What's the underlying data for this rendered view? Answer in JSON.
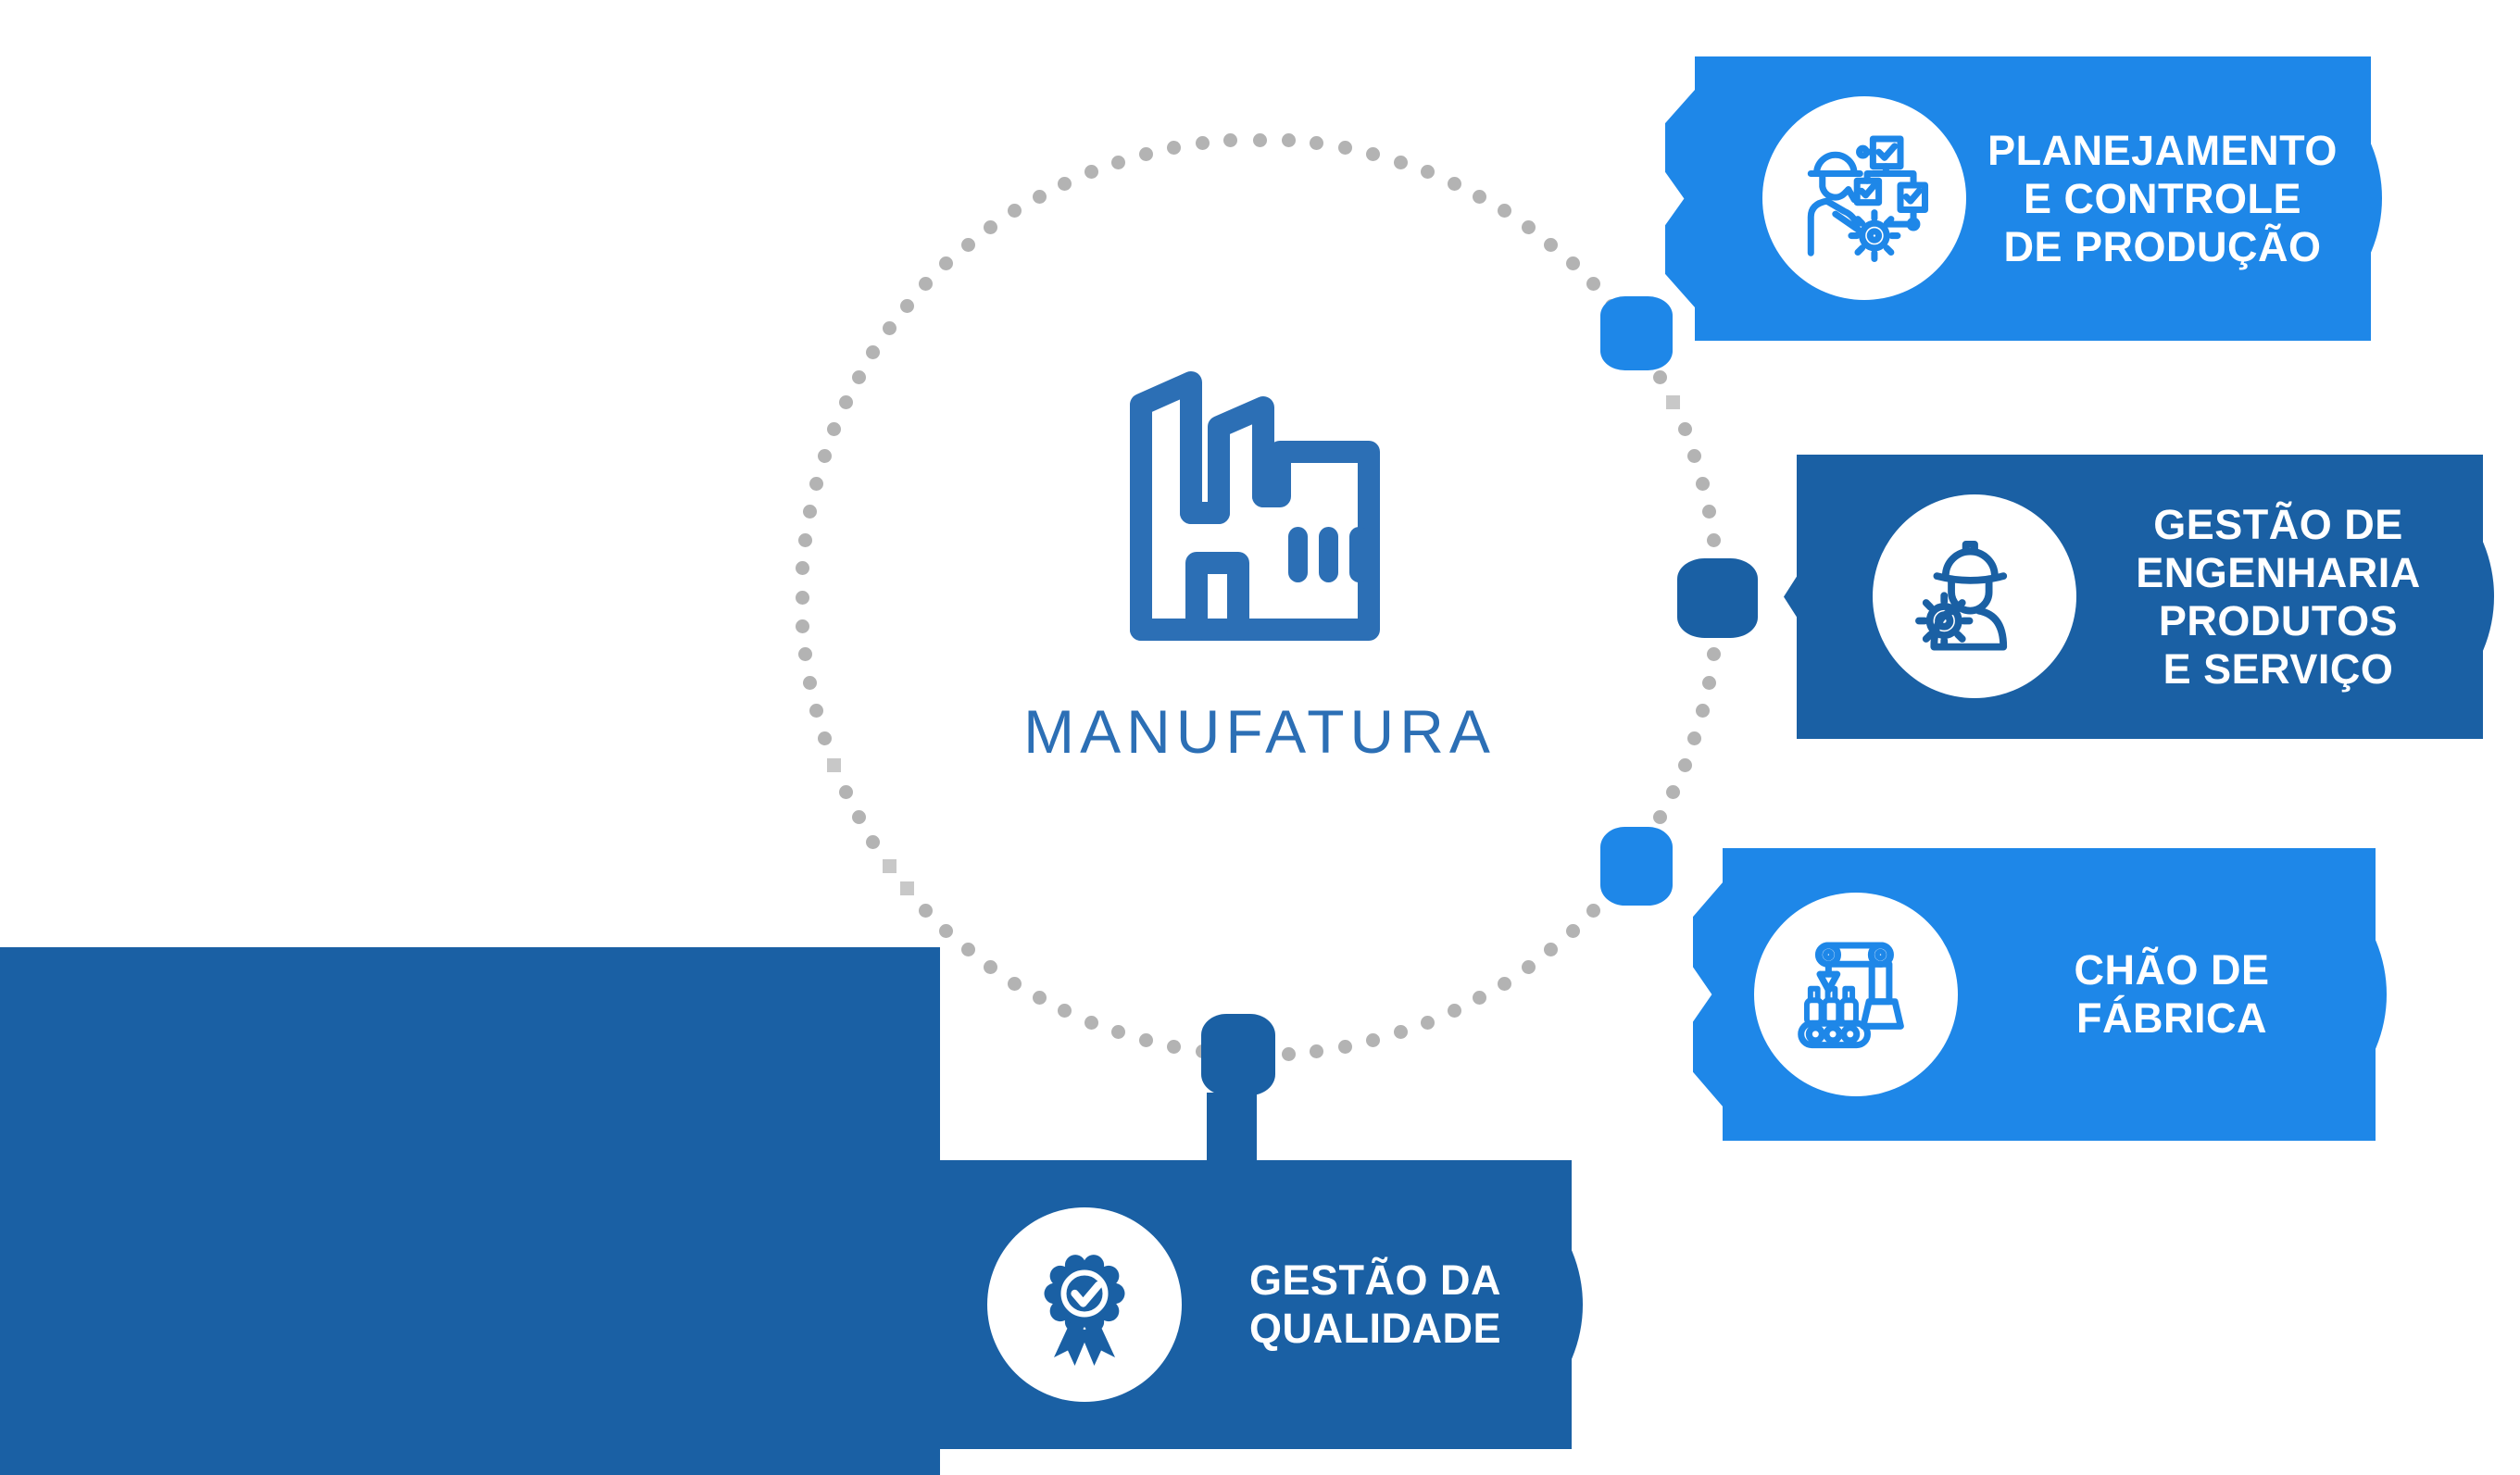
{
  "center": {
    "label": "MANUFATURA",
    "icon": "factory-icon"
  },
  "cards": [
    {
      "id": "planejamento-e-controle-de-producao",
      "tone": "light",
      "icon": "production-planning-icon",
      "lines": [
        "PLANEJAMENTO",
        "E CONTROLE",
        "DE PRODUÇÃO"
      ]
    },
    {
      "id": "gestao-de-engenharia-produtos-e-servico",
      "tone": "dark",
      "icon": "engineering-icon",
      "lines": [
        "GESTÃO DE",
        "ENGENHARIA",
        "PRODUTOS",
        "E SERVIÇO"
      ]
    },
    {
      "id": "chao-de-fabrica",
      "tone": "light",
      "icon": "shop-floor-icon",
      "lines": [
        "CHÃO DE FÁBRICA"
      ]
    },
    {
      "id": "gestao-da-qualidade",
      "tone": "dark",
      "icon": "quality-badge-icon",
      "lines": [
        "GESTÃO DA",
        "QUALIDADE"
      ]
    }
  ],
  "colors": {
    "light_blue": "#1E87E8",
    "dark_blue": "#1A60A4",
    "center_accent": "#2C6FB5",
    "dot_gray": "#B3B3B3",
    "square_dot_gray": "#C8C8C8",
    "text_on_card": "#FFFFFF",
    "background": "#FFFFFF"
  }
}
